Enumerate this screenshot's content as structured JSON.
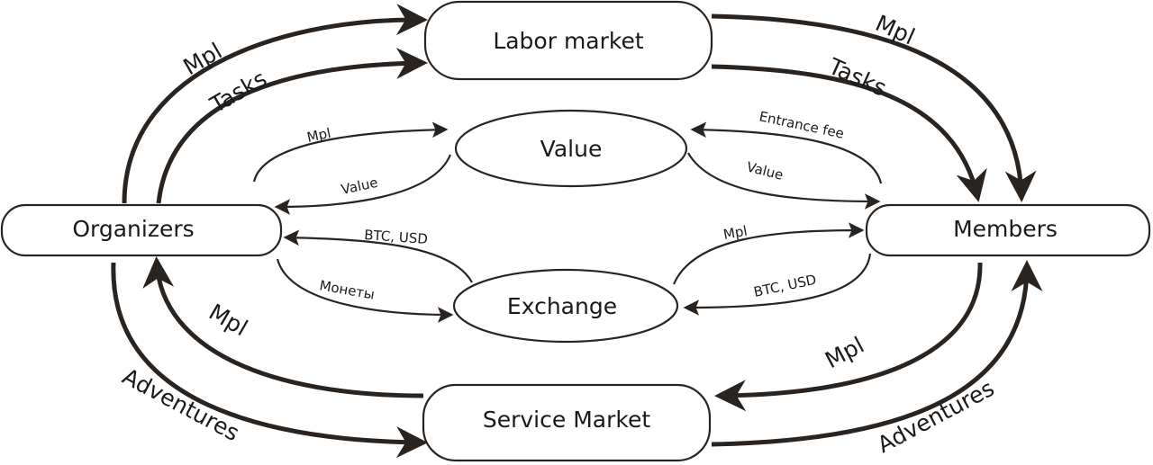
{
  "nodes": {
    "labor_market": "Labor market",
    "value": "Value",
    "organizers": "Organizers",
    "members": "Members",
    "exchange": "Exchange",
    "service_market": "Service Market"
  },
  "flows": {
    "org_labor_mpl": "Mpl",
    "org_labor_tasks": "Tasks",
    "labor_members_mpl": "Mpl",
    "labor_members_tasks": "Tasks",
    "org_value_mpl": "Mpl",
    "value_org_value": "Value",
    "members_value_fee": "Entrance fee",
    "value_members_value": "Value",
    "exchange_org_btc": "BTC, USD",
    "org_exchange_coins": "Монеты",
    "exchange_members_mpl": "Mpl",
    "members_exchange_btc": "BTC, USD",
    "service_org_mpl": "Mpl",
    "org_service_adventures": "Adventures",
    "members_service_mpl": "Mpl",
    "service_members_adventures": "Adventures"
  },
  "colors": {
    "ink": "#2a2420",
    "background": "#ffffff"
  }
}
